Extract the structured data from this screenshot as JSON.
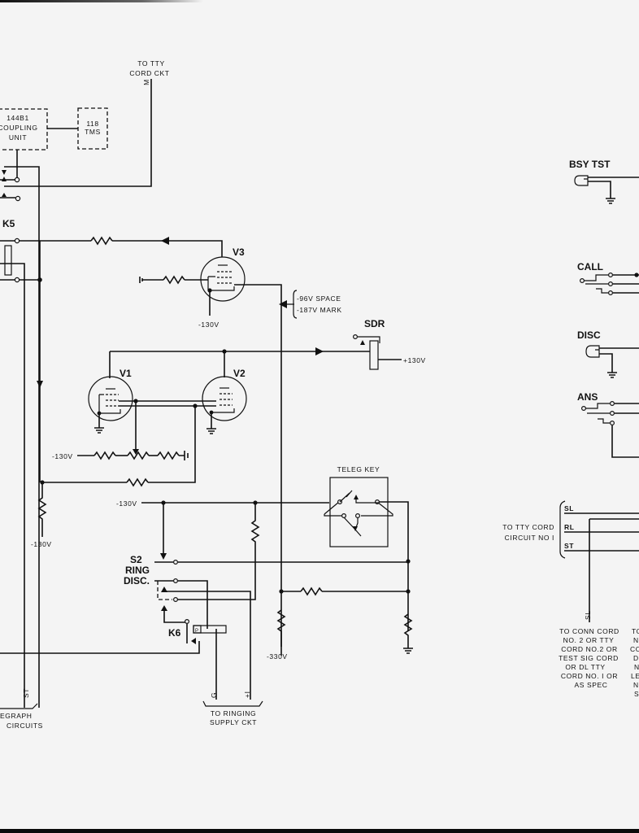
{
  "diagram": {
    "type": "electrical-schematic",
    "labels": {
      "to_tty_cord_ckt": [
        "TO TTY",
        "CORD CKT"
      ],
      "m_lead": "M",
      "coupling_unit": [
        "144B1",
        "COUPLING",
        "UNIT"
      ],
      "tms": [
        "118",
        "TMS"
      ],
      "k5": "K5",
      "v3": "V3",
      "v1": "V1",
      "v2": "V2",
      "v3_cathode_supply": "-130V",
      "voltage_space": "-96V SPACE",
      "voltage_mark": "-187V MARK",
      "sdr": "SDR",
      "sdr_supply": "+130V",
      "divider_supply": "-130V",
      "left_supply": "-130V",
      "s2_supply": "-130V",
      "s2": [
        "S2",
        "RING",
        "DISC."
      ],
      "k6": "K6",
      "k6_pole": "P",
      "teleg_key": "TELEG KEY",
      "bottom_supply": "-330V",
      "ringing_leads": [
        "G",
        "+I"
      ],
      "to_ringing_supply": [
        "TO RINGING",
        "SUPPLY CKT"
      ],
      "st_lead": "ST",
      "telegraph_circuits": [
        "EGRAPH",
        "CIRCUITS"
      ],
      "bsy_tst": "BSY TST",
      "call": "CALL",
      "disc": "DISC",
      "ans": "ANS",
      "to_tty_cord_circuit_no1": [
        "TO TTY CORD",
        "CIRCUIT NO I"
      ],
      "cord_leads": [
        "SL",
        "RL",
        "ST"
      ],
      "sl_lead": "SL",
      "to_conn_cord": [
        "TO CONN CORD",
        "NO. 2 OR TTY",
        "CORD NO.2 OR",
        "TEST SIG CORD",
        "OR DL TTY",
        "CORD NO. I OR",
        "AS SPEC"
      ],
      "right_cut_text": [
        "TO",
        "N",
        "CO",
        "D",
        "N",
        "LE",
        "N",
        "S"
      ]
    }
  }
}
